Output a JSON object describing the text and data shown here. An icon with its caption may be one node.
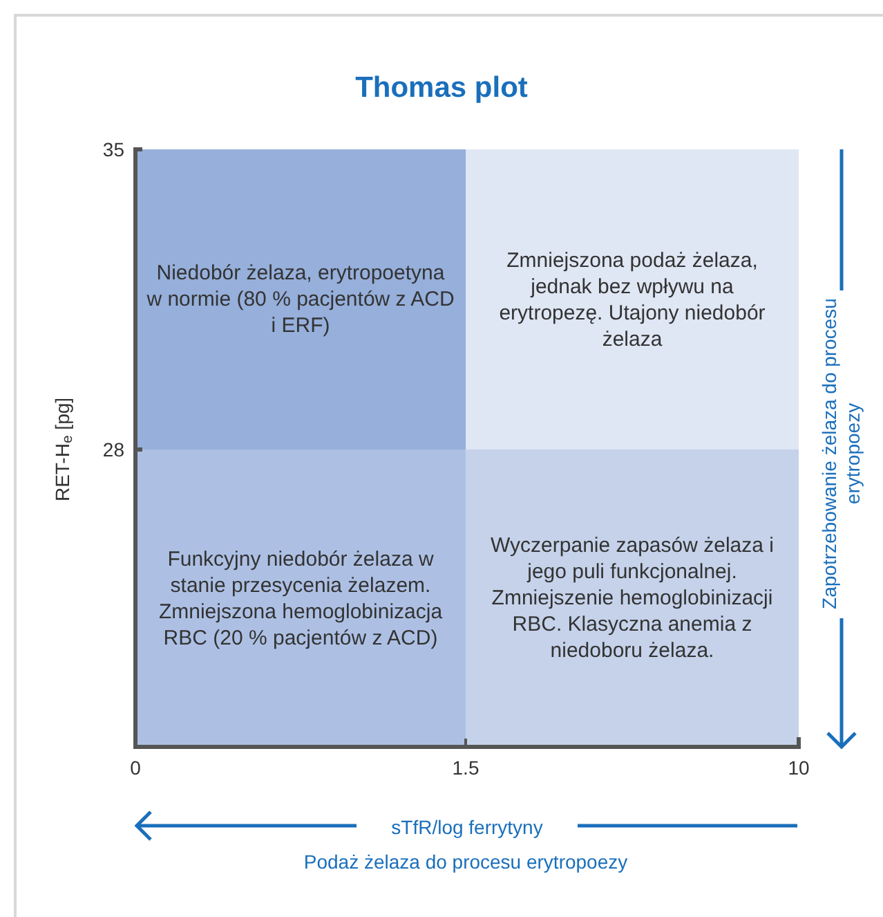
{
  "diagram": {
    "title": "Thomas plot",
    "nodes": [
      {
        "text": [
          "Niedobór żelaza, erytropoetyna w normie (80 % pacjentów z ACD i ERF)"
        ]
      },
      {
        "text": [
          "Zmniejszona podaż żelaza, jednak bez wpływu na erytropezę. Utajony niedobór żelaza"
        ]
      },
      {
        "text": [
          "Funkcyjny niedobór żelaza w stanie przesycenia żelazem. Zmniejszona hemoglobinizacja RBC (20 % pacjentów z ACD)"
        ]
      },
      {
        "text": [
          "Wyczerpanie zapasów żelaza i jego puli funkcjonalnej. Zmniejszenie hemoglobinizacji RBC. Klasyczna anemia z niedoboru żelaza."
        ]
      }
    ],
    "labels": [
      "35",
      "28",
      "RET-H$_{e}$ [pg]",
      "Zapotrzebowanie żelaza do procesu erytropoezy",
      "0",
      "1.5",
      "10",
      "sTfR/log ferrytyny",
      "Podaż żelaza do procesu erytropoezy"
    ]
  }
}
